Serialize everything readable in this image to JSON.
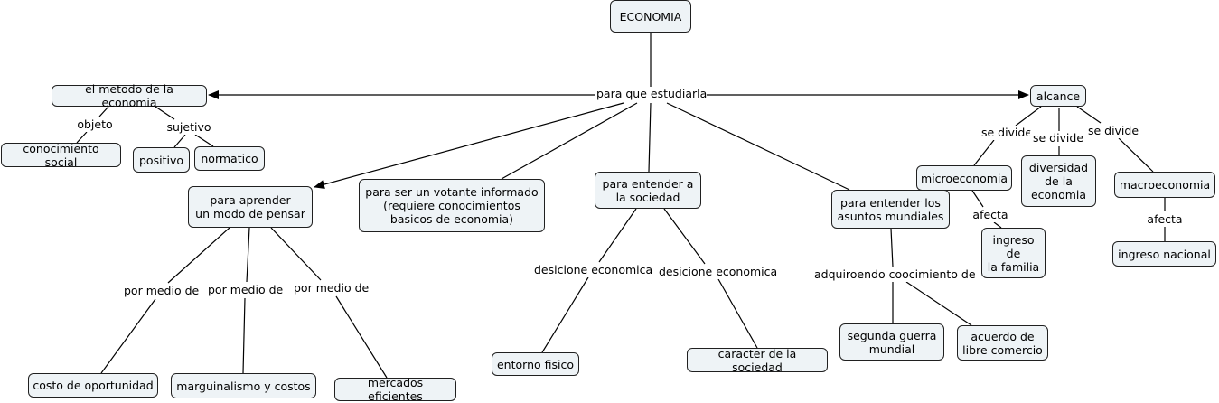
{
  "nodes": {
    "economia": "ECONOMIA",
    "metodo": "el metodo de la economia",
    "alcance": "alcance",
    "conocimiento_social": "conocimiento social",
    "positivo": "positivo",
    "normatico": "normatico",
    "aprender": "para aprender\nun modo de pensar",
    "votante": "para ser un votante informado\n(requiere conocimientos\nbasicos de economia)",
    "entender_sociedad": "para entender a\nla sociedad",
    "entender_asuntos": "para entender los\nasuntos mundiales",
    "microeconomia": "microeconomia",
    "diversidad": "diversidad\nde la\neconomia",
    "macroeconomia": "macroeconomia",
    "ingreso_familia": "ingreso\nde\nla familia",
    "ingreso_nacional": "ingreso nacional",
    "costo_oportunidad": "costo de oportunidad",
    "marginalismo": "marguinalismo y costos",
    "mercados": "mercados eficientes",
    "entorno": "entorno fisico",
    "caracter": "caracter de la sociedad",
    "segunda_guerra": "segunda guerra\nmundial",
    "acuerdo": "acuerdo de\nlibre comercio"
  },
  "links": {
    "para_que": "para que estudiarla",
    "objeto": "objeto",
    "sujetivo": "sujetivo",
    "se_divide_1": "se divide",
    "se_divide_2": "se divide",
    "se_divide_3": "se divide",
    "afecta_1": "afecta",
    "afecta_2": "afecta",
    "por_medio_1": "por medio de",
    "por_medio_2": "por medio de",
    "por_medio_3": "por medio de",
    "desicione_1": "desicione economica",
    "desicione_2": "desicione economica",
    "adquiroendo": "adquiroendo coocimiento de"
  },
  "colors": {
    "node_fill": "#eef3f6",
    "node_border": "#202020",
    "line": "#000000"
  }
}
